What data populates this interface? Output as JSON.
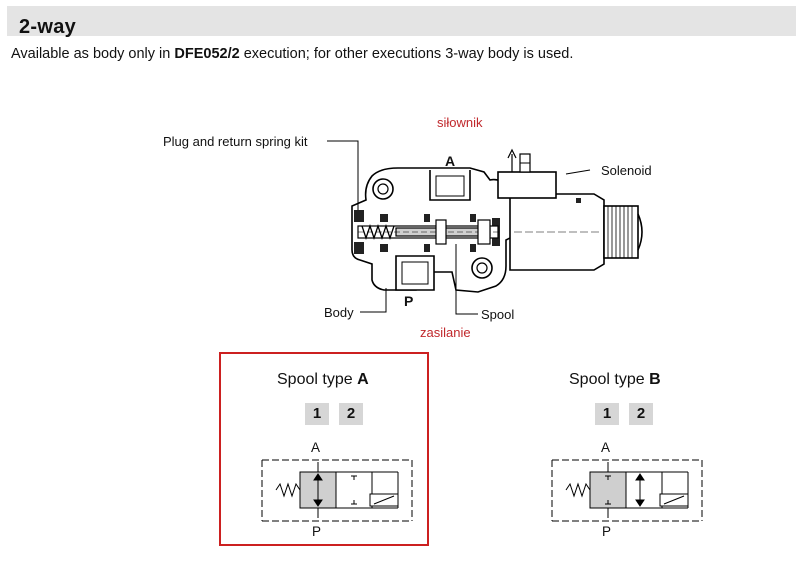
{
  "header": {
    "title": "2-way"
  },
  "intro": {
    "before": "Available as body only in ",
    "code": "DFE052/2",
    "after": " execution; for other executions 3-way body is used."
  },
  "valve_drawing": {
    "label_silownik": "siłownik",
    "label_zasilanie": "zasilanie",
    "label_plug": "Plug and return spring kit",
    "label_solenoid": "Solenoid",
    "label_body": "Body",
    "label_spool": "Spool",
    "port_a": "A",
    "port_p": "P"
  },
  "spool_a": {
    "title_prefix": "Spool type ",
    "title_letter": "A",
    "pos_1": "1",
    "pos_2": "2",
    "port_top": "A",
    "port_bottom": "P"
  },
  "spool_b": {
    "title_prefix": "Spool type ",
    "title_letter": "B",
    "pos_1": "1",
    "pos_2": "2",
    "port_top": "A",
    "port_bottom": "P"
  },
  "colors": {
    "header_bg": "#e4e4e4",
    "highlight_frame": "#cc2020",
    "annotation_red": "#c0282c",
    "symbol_fill": "#cfcfcf"
  }
}
